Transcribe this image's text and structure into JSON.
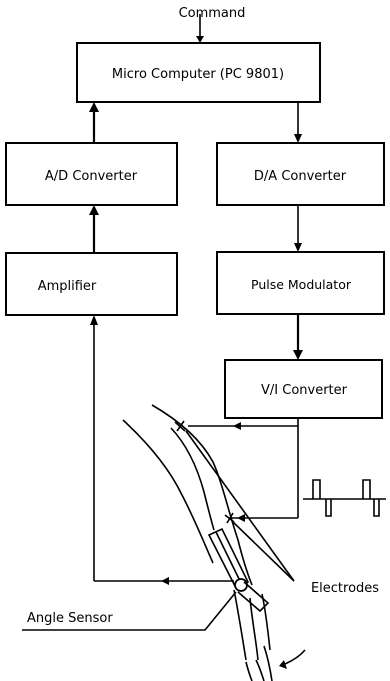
{
  "input": {
    "label": "Command"
  },
  "blocks": {
    "micro_computer": "Micro Computer (PC 9801)",
    "ad_converter": "A/D  Converter",
    "da_converter": "D/A  Converter",
    "amplifier": "Amplifier",
    "pulse_modulator": "Pulse Modulator",
    "vi_converter": "V/I  Converter"
  },
  "annotations": {
    "electrodes": "Electrodes",
    "angle_sensor": "Angle Sensor"
  }
}
